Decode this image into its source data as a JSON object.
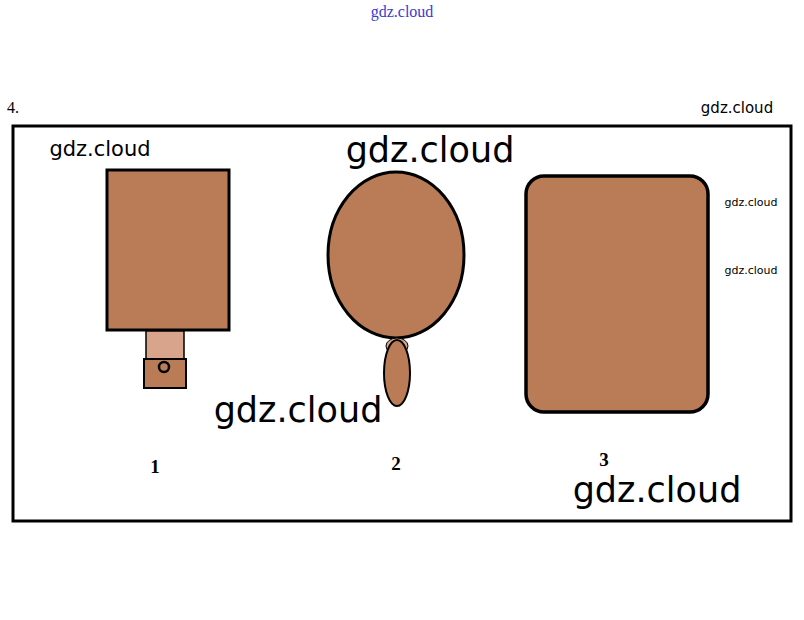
{
  "diagram": {
    "labels": [
      "gdz.cloud",
      "4.",
      "gdz.cloud",
      "gdz.cloud",
      "gdz.cloud",
      "gdz.cloud",
      "gdz.cloud",
      "gdz.cloud",
      "1",
      "2",
      "3",
      "gdz.cloud"
    ]
  }
}
